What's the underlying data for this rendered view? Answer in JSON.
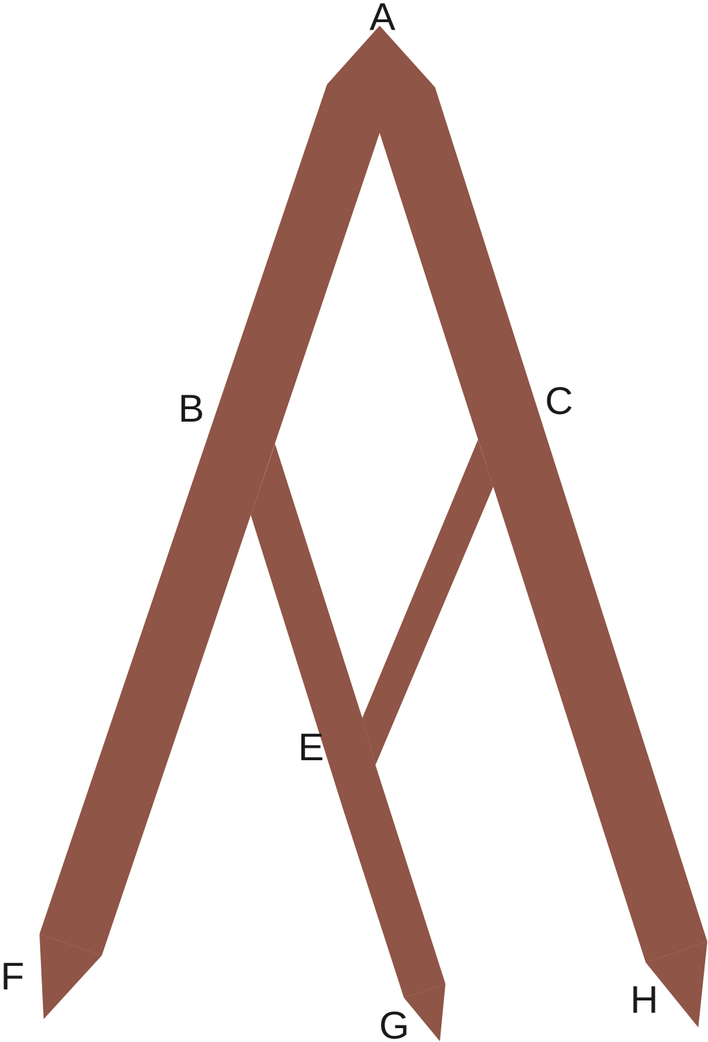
{
  "diagram": {
    "colors": {
      "branch": "#8f5546",
      "label": "#1a1a1a",
      "background": "#ffffff"
    },
    "labels": {
      "a": "A",
      "b": "B",
      "c": "C",
      "e": "E",
      "f": "F",
      "g": "G",
      "h": "H"
    },
    "edges": [
      {
        "from": "A",
        "to": "B"
      },
      {
        "from": "A",
        "to": "C"
      },
      {
        "from": "B",
        "to": "F"
      },
      {
        "from": "B",
        "to": "E"
      },
      {
        "from": "C",
        "to": "E"
      },
      {
        "from": "E",
        "to": "G"
      },
      {
        "from": "C",
        "to": "H"
      }
    ]
  }
}
